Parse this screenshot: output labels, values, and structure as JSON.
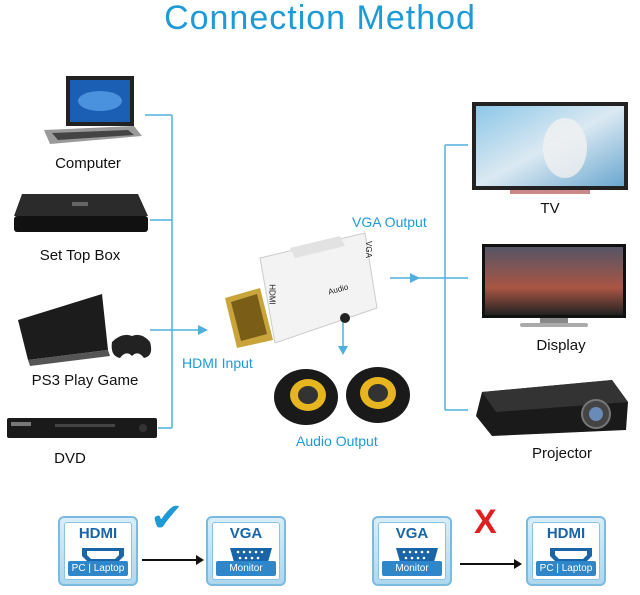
{
  "title": "Connection Method",
  "inputs": {
    "computer": "Computer",
    "set_top_box": "Set Top Box",
    "ps3": "PS3 Play Game",
    "dvd": "DVD"
  },
  "outputs": {
    "tv": "TV",
    "display": "Display",
    "projector": "Projector"
  },
  "ports": {
    "hdmi_input": "HDMI Input",
    "vga_output": "VGA Output",
    "audio_output": "Audio Output",
    "adapter_hdmi": "HDMI",
    "adapter_vga": "VGA",
    "adapter_audio": "Audio"
  },
  "compat": {
    "left": {
      "from_top": "HDMI",
      "from_bottom": "PC | Laptop",
      "to_top": "VGA",
      "to_bottom": "Monitor",
      "mark": "✔",
      "mark_color": "#1e9ad6"
    },
    "right": {
      "from_top": "VGA",
      "from_bottom": "Monitor",
      "to_top": "HDMI",
      "to_bottom": "PC | Laptop",
      "mark": "X",
      "mark_color": "#e02020"
    }
  },
  "colors": {
    "accent": "#1e9ad6",
    "line": "#4fb0e0",
    "badge_text": "#1a64a8"
  }
}
